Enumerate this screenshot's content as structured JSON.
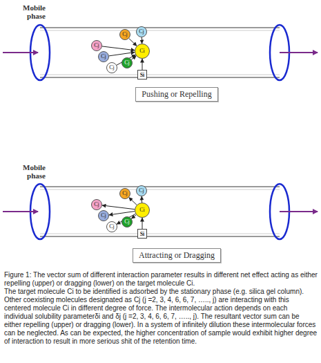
{
  "diagram": {
    "caption": "Figure 1: The vector sum of different interaction parameter results in different net effect acting as either repelling (upper) or dragging (lower) on the target molecule Ci.",
    "nodes": [
      {
        "text": [
          "Cj"
        ]
      },
      {
        "text": [
          "Cj"
        ]
      },
      {
        "text": [
          "Cj"
        ]
      },
      {
        "text": [
          "Cj"
        ]
      },
      {
        "text": [
          "Ci"
        ]
      },
      {
        "text": [
          "Cj"
        ]
      },
      {
        "text": [
          "Cj"
        ]
      },
      {
        "text": [
          "Si"
        ]
      },
      {
        "text": [
          "Pushing or Repelling"
        ]
      },
      {
        "text": [
          "Cj"
        ]
      },
      {
        "text": [
          "Cj"
        ]
      },
      {
        "text": [
          "Cj"
        ]
      },
      {
        "text": [
          "Cj"
        ]
      },
      {
        "text": [
          "Ci"
        ]
      },
      {
        "text": [
          "Cj"
        ]
      },
      {
        "text": [
          "Cj"
        ]
      },
      {
        "text": [
          "Si"
        ]
      },
      {
        "text": [
          "Attracting or Dragging"
        ]
      }
    ],
    "edges": [
      {
        "from": 0,
        "to": 4,
        "arrow": "to"
      },
      {
        "from": 1,
        "to": 4,
        "arrow": "to"
      },
      {
        "from": 2,
        "to": 4,
        "arrow": "to"
      },
      {
        "from": 3,
        "to": 4,
        "arrow": "to"
      },
      {
        "from": 5,
        "to": 4,
        "arrow": "to"
      },
      {
        "from": 6,
        "to": 4,
        "arrow": "to"
      },
      {
        "from": 7,
        "to": 4,
        "arrow": "to"
      },
      {
        "from": 13,
        "to": 9,
        "arrow": "to"
      },
      {
        "from": 13,
        "to": 10,
        "arrow": "to"
      },
      {
        "from": 13,
        "to": 11,
        "arrow": "to"
      },
      {
        "from": 13,
        "to": 12,
        "arrow": "to"
      },
      {
        "from": 13,
        "to": 14,
        "arrow": "to"
      },
      {
        "from": 13,
        "to": 15,
        "arrow": "to"
      },
      {
        "from": 16,
        "to": 13,
        "arrow": "to"
      }
    ],
    "labels": [
      "Mobile phase",
      "Mobile phase",
      "The target molecule Ci to be identified is adsorbed by the stationary phase (e.g. silica gel column). Other coexisting molecules designated as Cj (j =2, 3, 4, 6, 6, 7, ….., j) are interacting with this centered molecule Ci in different degree of force. The intermolecular action depends on each individual solubility parameterδi and δj (j =2, 3, 4, 6, 6, 7, ….., j). The resultant vector sum can be either repelling (upper) or dragging (lower). In a system of infinitely dilution these intermolecular forces can be neglected. As can be expected, the higher concentration of sample would exhibit higher degree of interaction to result in more serious shit of the retention time."
    ]
  }
}
